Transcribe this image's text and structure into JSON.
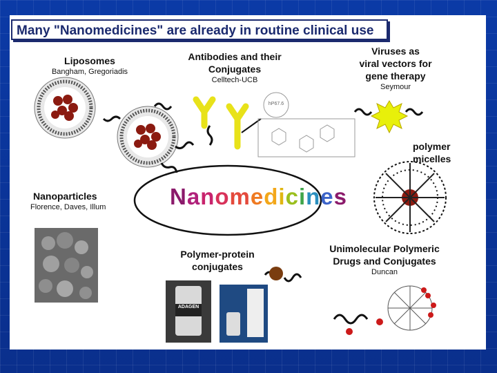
{
  "title": "Many \"Nanomedicines\" are already in routine clinical use",
  "center_label": "Nanomedicines",
  "center_colors": [
    "#8b1a6b",
    "#b0207a",
    "#c8246d",
    "#d8325a",
    "#e44a3c",
    "#ef7a22",
    "#f3a71a",
    "#e0b612",
    "#9bbf1e",
    "#3fa54a",
    "#2a8fbf",
    "#3c64c9"
  ],
  "liposomes": {
    "title": "Liposomes",
    "authors": "Bangham, Gregoriadis"
  },
  "antibodies": {
    "title_line1": "Antibodies and their",
    "title_line2": "Conjugates",
    "authors": "Celltech-UCB"
  },
  "viruses": {
    "title_line1": "Viruses as",
    "title_line2": "viral vectors for",
    "title_line3": "gene therapy",
    "authors": "Seymour"
  },
  "micelles": {
    "title_line1": "polymer",
    "title_line2": "micelles"
  },
  "nanoparticles": {
    "title": "Nanoparticles",
    "authors": "Florence, Daves, Illum"
  },
  "polymer_protein": {
    "title_line1": "Polymer-protein",
    "title_line2": "conjugates"
  },
  "unimolecular": {
    "title_line1": "Unimolecular Polymeric",
    "title_line2": "Drugs and Conjugates",
    "authors": "Duncan"
  },
  "adagen_label": "ADAGEN",
  "molecule_label": "hP67.6"
}
